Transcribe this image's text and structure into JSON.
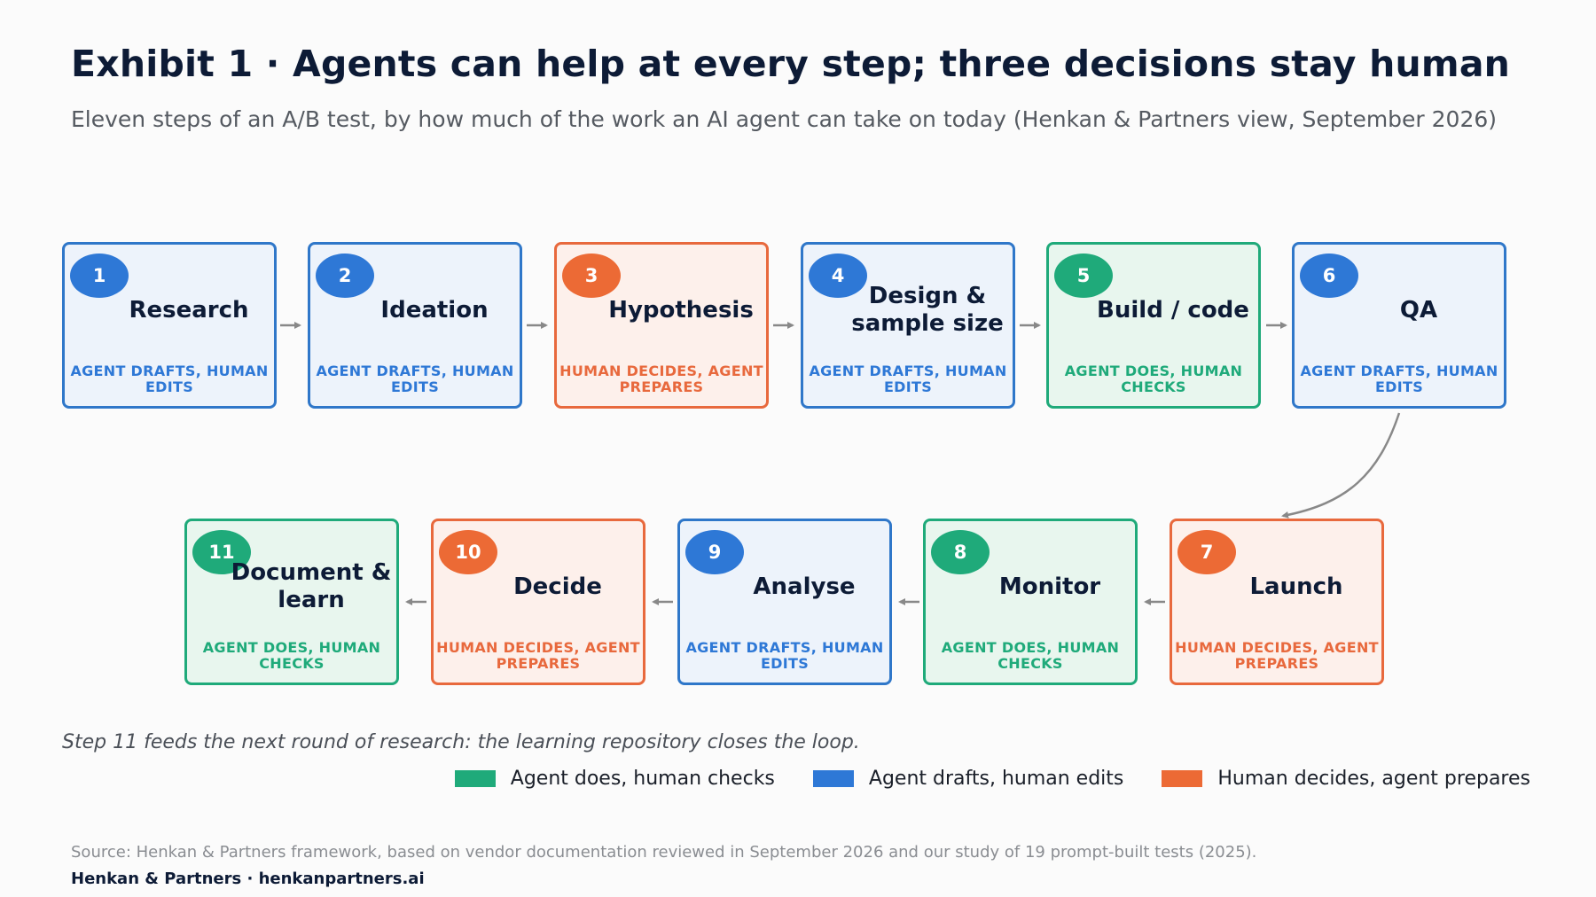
{
  "title": "Exhibit 1 · Agents can help at every step; three decisions stay human",
  "subtitle": "Eleven steps of an A/B test, by how much of the work an AI agent can take on today (Henkan & Partners view, September 2026)",
  "colors": {
    "agent_does": "#1faa7a",
    "agent_drafts": "#2e78d6",
    "human_decides": "#ec6a35"
  },
  "steps": [
    {
      "number": "1",
      "name": "Research",
      "role": "AGENT DRAFTS, HUMAN EDITS",
      "category": "blue"
    },
    {
      "number": "2",
      "name": "Ideation",
      "role": "AGENT DRAFTS, HUMAN EDITS",
      "category": "blue"
    },
    {
      "number": "3",
      "name": "Hypothesis",
      "role": "HUMAN DECIDES, AGENT PREPARES",
      "category": "orange"
    },
    {
      "number": "4",
      "name": "Design & sample size",
      "role": "AGENT DRAFTS, HUMAN EDITS",
      "category": "blue"
    },
    {
      "number": "5",
      "name": "Build / code",
      "role": "AGENT DOES, HUMAN CHECKS",
      "category": "green"
    },
    {
      "number": "6",
      "name": "QA",
      "role": "AGENT DRAFTS, HUMAN EDITS",
      "category": "blue"
    },
    {
      "number": "7",
      "name": "Launch",
      "role": "HUMAN DECIDES, AGENT PREPARES",
      "category": "orange"
    },
    {
      "number": "8",
      "name": "Monitor",
      "role": "AGENT DOES, HUMAN CHECKS",
      "category": "green"
    },
    {
      "number": "9",
      "name": "Analyse",
      "role": "AGENT DRAFTS, HUMAN EDITS",
      "category": "blue"
    },
    {
      "number": "10",
      "name": "Decide",
      "role": "HUMAN DECIDES, AGENT PREPARES",
      "category": "orange"
    },
    {
      "number": "11",
      "name": "Document & learn",
      "role": "AGENT DOES, HUMAN CHECKS",
      "category": "green"
    }
  ],
  "loop_note": "Step 11 feeds the next round of research: the learning repository closes the loop.",
  "legend": [
    {
      "label": "Agent does, human checks",
      "color": "#1faa7a"
    },
    {
      "label": "Agent drafts, human edits",
      "color": "#2e78d6"
    },
    {
      "label": "Human decides, agent prepares",
      "color": "#ec6a35"
    }
  ],
  "source": "Source: Henkan & Partners framework, based on vendor documentation reviewed in September 2026 and our study of 19 prompt-built tests (2025).",
  "footer": "Henkan & Partners · henkanpartners.ai"
}
